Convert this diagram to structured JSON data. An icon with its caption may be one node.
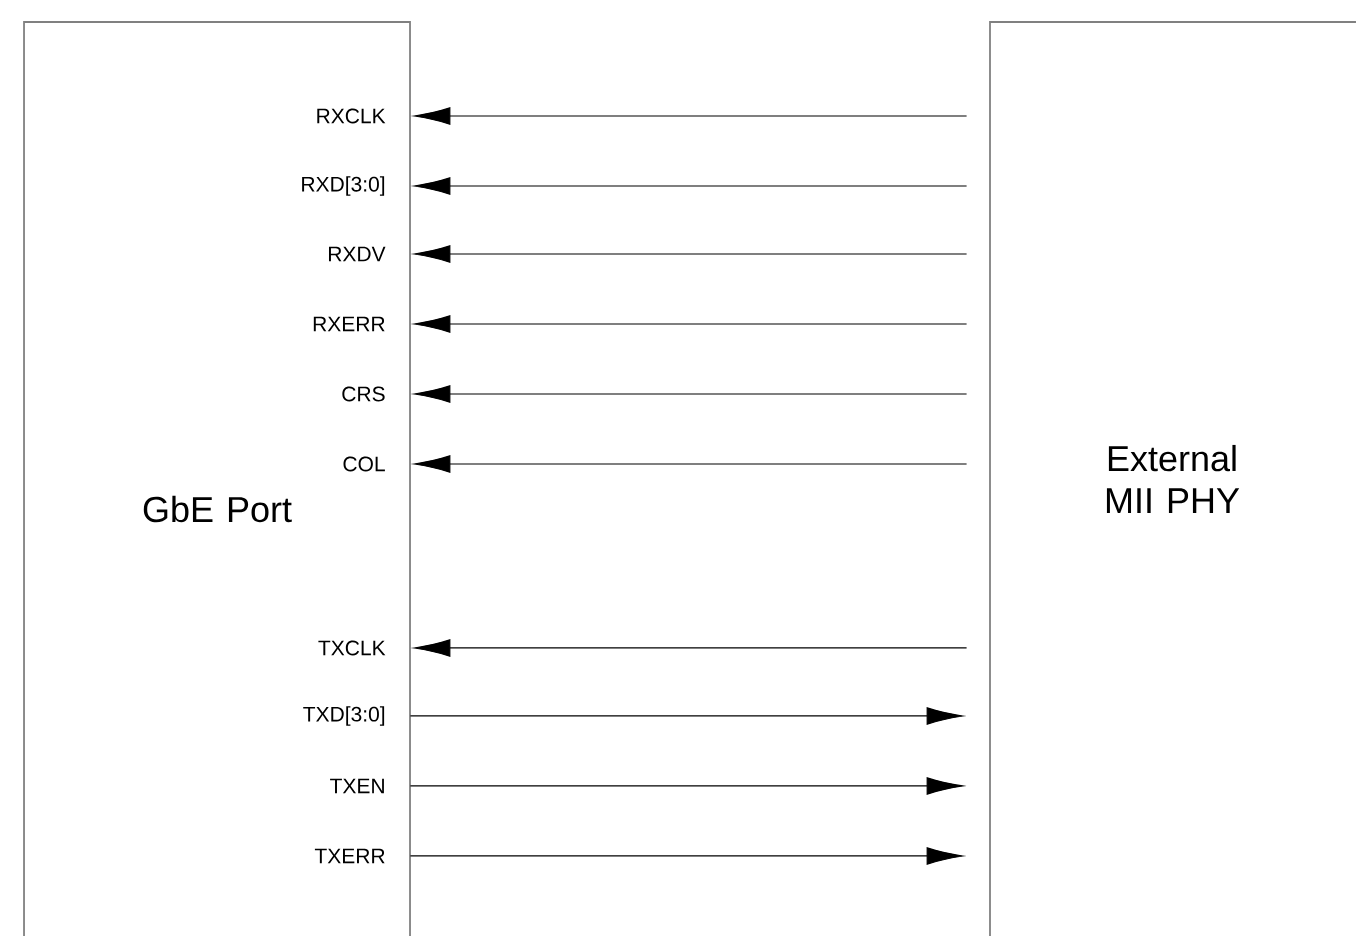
{
  "diagram": {
    "nodes": [
      {
        "text": [
          "GbE Port"
        ]
      },
      {
        "text": [
          "External MII PHY"
        ]
      }
    ],
    "edges": [
      {
        "from": 1,
        "to": 0,
        "arrow": "to",
        "label": "RXCLK"
      },
      {
        "from": 1,
        "to": 0,
        "arrow": "to",
        "label": "RXD[3:0]"
      },
      {
        "from": 1,
        "to": 0,
        "arrow": "to",
        "label": "RXDV"
      },
      {
        "from": 1,
        "to": 0,
        "arrow": "to",
        "label": "RXERR"
      },
      {
        "from": 1,
        "to": 0,
        "arrow": "to",
        "label": "CRS"
      },
      {
        "from": 1,
        "to": 0,
        "arrow": "to",
        "label": "COL"
      },
      {
        "from": 1,
        "to": 0,
        "arrow": "to",
        "label": "TXCLK"
      },
      {
        "from": 0,
        "to": 1,
        "arrow": "to",
        "label": "TXD[3:0]"
      },
      {
        "from": 0,
        "to": 1,
        "arrow": "to",
        "label": "TXEN"
      },
      {
        "from": 0,
        "to": 1,
        "arrow": "to",
        "label": "TXERR"
      }
    ]
  }
}
